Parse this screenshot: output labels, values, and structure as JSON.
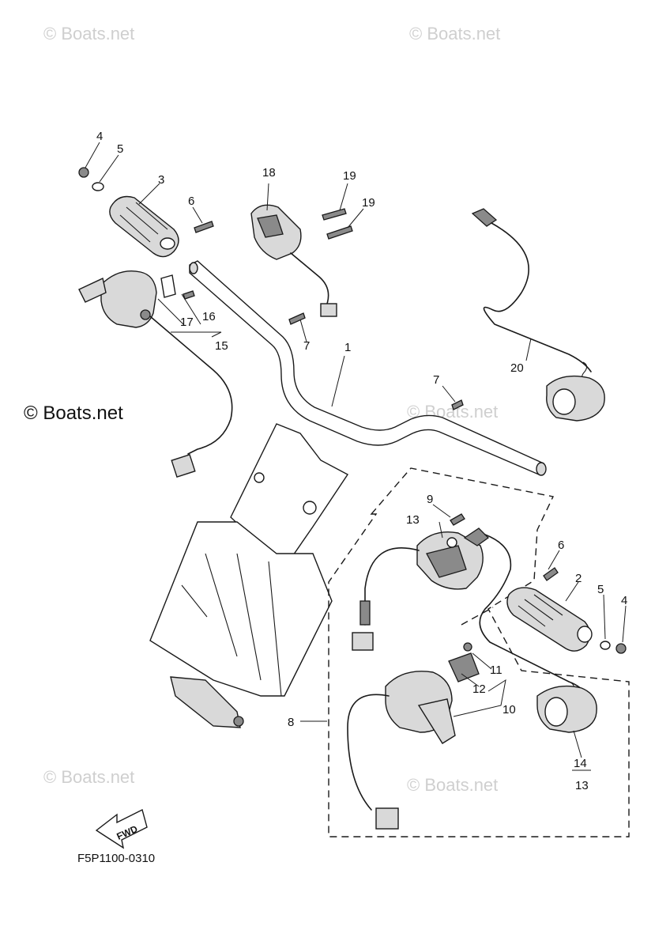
{
  "watermarks": {
    "top_left": "© Boats.net",
    "top_right": "© Boats.net",
    "left_middle": "© Boats.net",
    "center_right": "© Boats.net",
    "bottom_left": "© Boats.net",
    "bottom_right": "© Boats.net"
  },
  "diagram_code": "F5P1100-0310",
  "direction_badge": "FWD",
  "callouts": {
    "c1": "1",
    "c2": "2",
    "c3": "3",
    "c4a": "4",
    "c4b": "4",
    "c5a": "5",
    "c5b": "5",
    "c6a": "6",
    "c6b": "6",
    "c7a": "7",
    "c7b": "7",
    "c8": "8",
    "c9": "9",
    "c10": "10",
    "c11": "11",
    "c12": "12",
    "c13a": "13",
    "c13b": "13",
    "c14": "14",
    "c15": "15",
    "c16": "16",
    "c17": "17",
    "c18": "18",
    "c19a": "19",
    "c19b": "19",
    "c20": "20"
  }
}
